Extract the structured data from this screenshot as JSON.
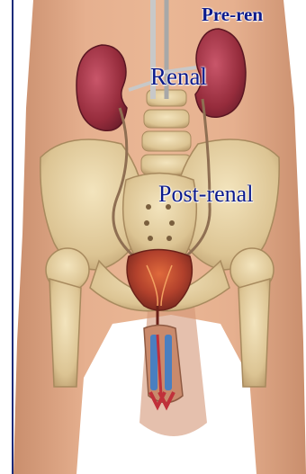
{
  "labels": {
    "prerenal": "Pre-ren",
    "renal": "Renal",
    "postrenal": "Post-renal"
  },
  "colors": {
    "label_text": "#0b1a8c",
    "skin": "#e2a986",
    "skin_shade": "#c98e6d",
    "bone": "#e6d2a4",
    "bone_shade": "#c4a878",
    "kidney": "#a0303f",
    "bladder": "#c0503a",
    "vessel": "#b8b8b8",
    "rule": "#1b2a7a"
  },
  "icons": {
    "figure": "pelvis-urinary-anatomy-illustration"
  }
}
